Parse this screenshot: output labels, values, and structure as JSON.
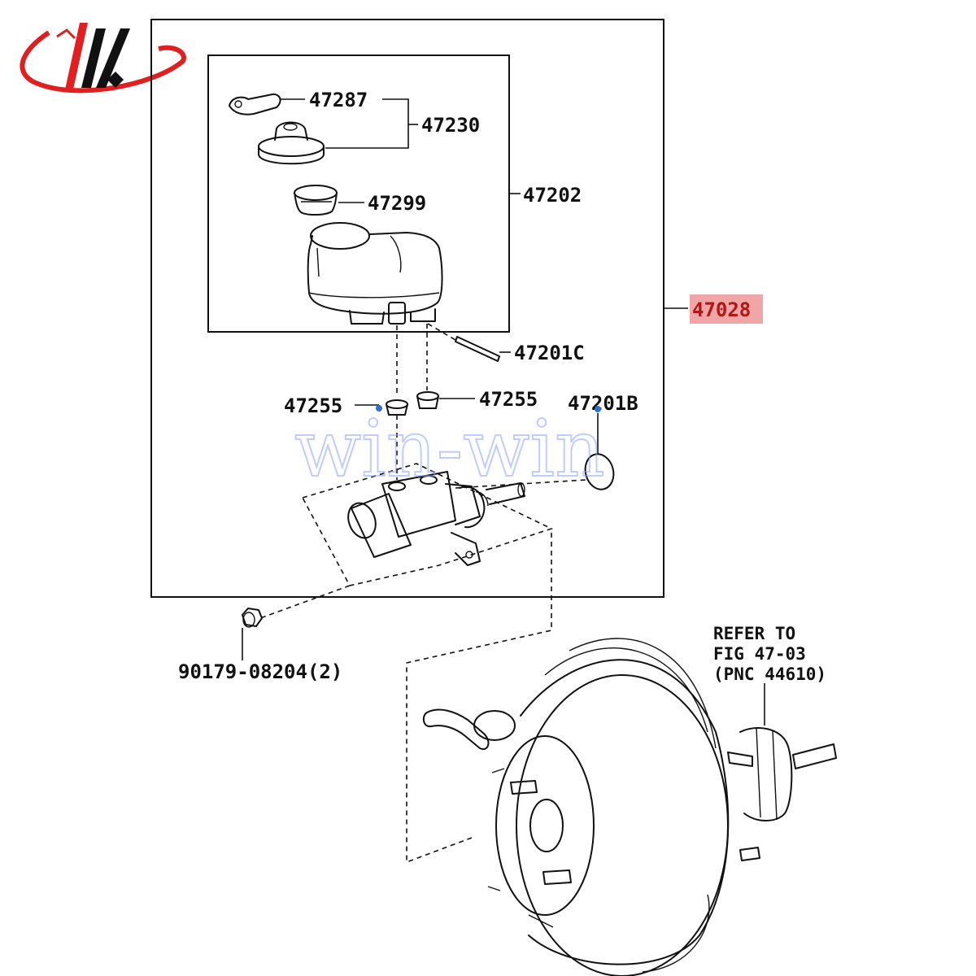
{
  "diagram": {
    "assembly_label": "47028",
    "highlight_color": "#f0a6a6",
    "parts": {
      "cap_plate": "47287",
      "reservoir_cap": "47230",
      "strainer": "47299",
      "reservoir": "47202",
      "pin": "47201C",
      "grommet_left": "47255",
      "grommet_right": "47255",
      "o_ring": "47201B",
      "nut": "90179-08204(2)"
    },
    "refer_note": [
      "REFER TO",
      "FIG 47-03",
      "(PNC 44610)"
    ],
    "watermark": "win-win",
    "logo_colors": {
      "red": "#e02020",
      "dark": "#111111"
    }
  }
}
